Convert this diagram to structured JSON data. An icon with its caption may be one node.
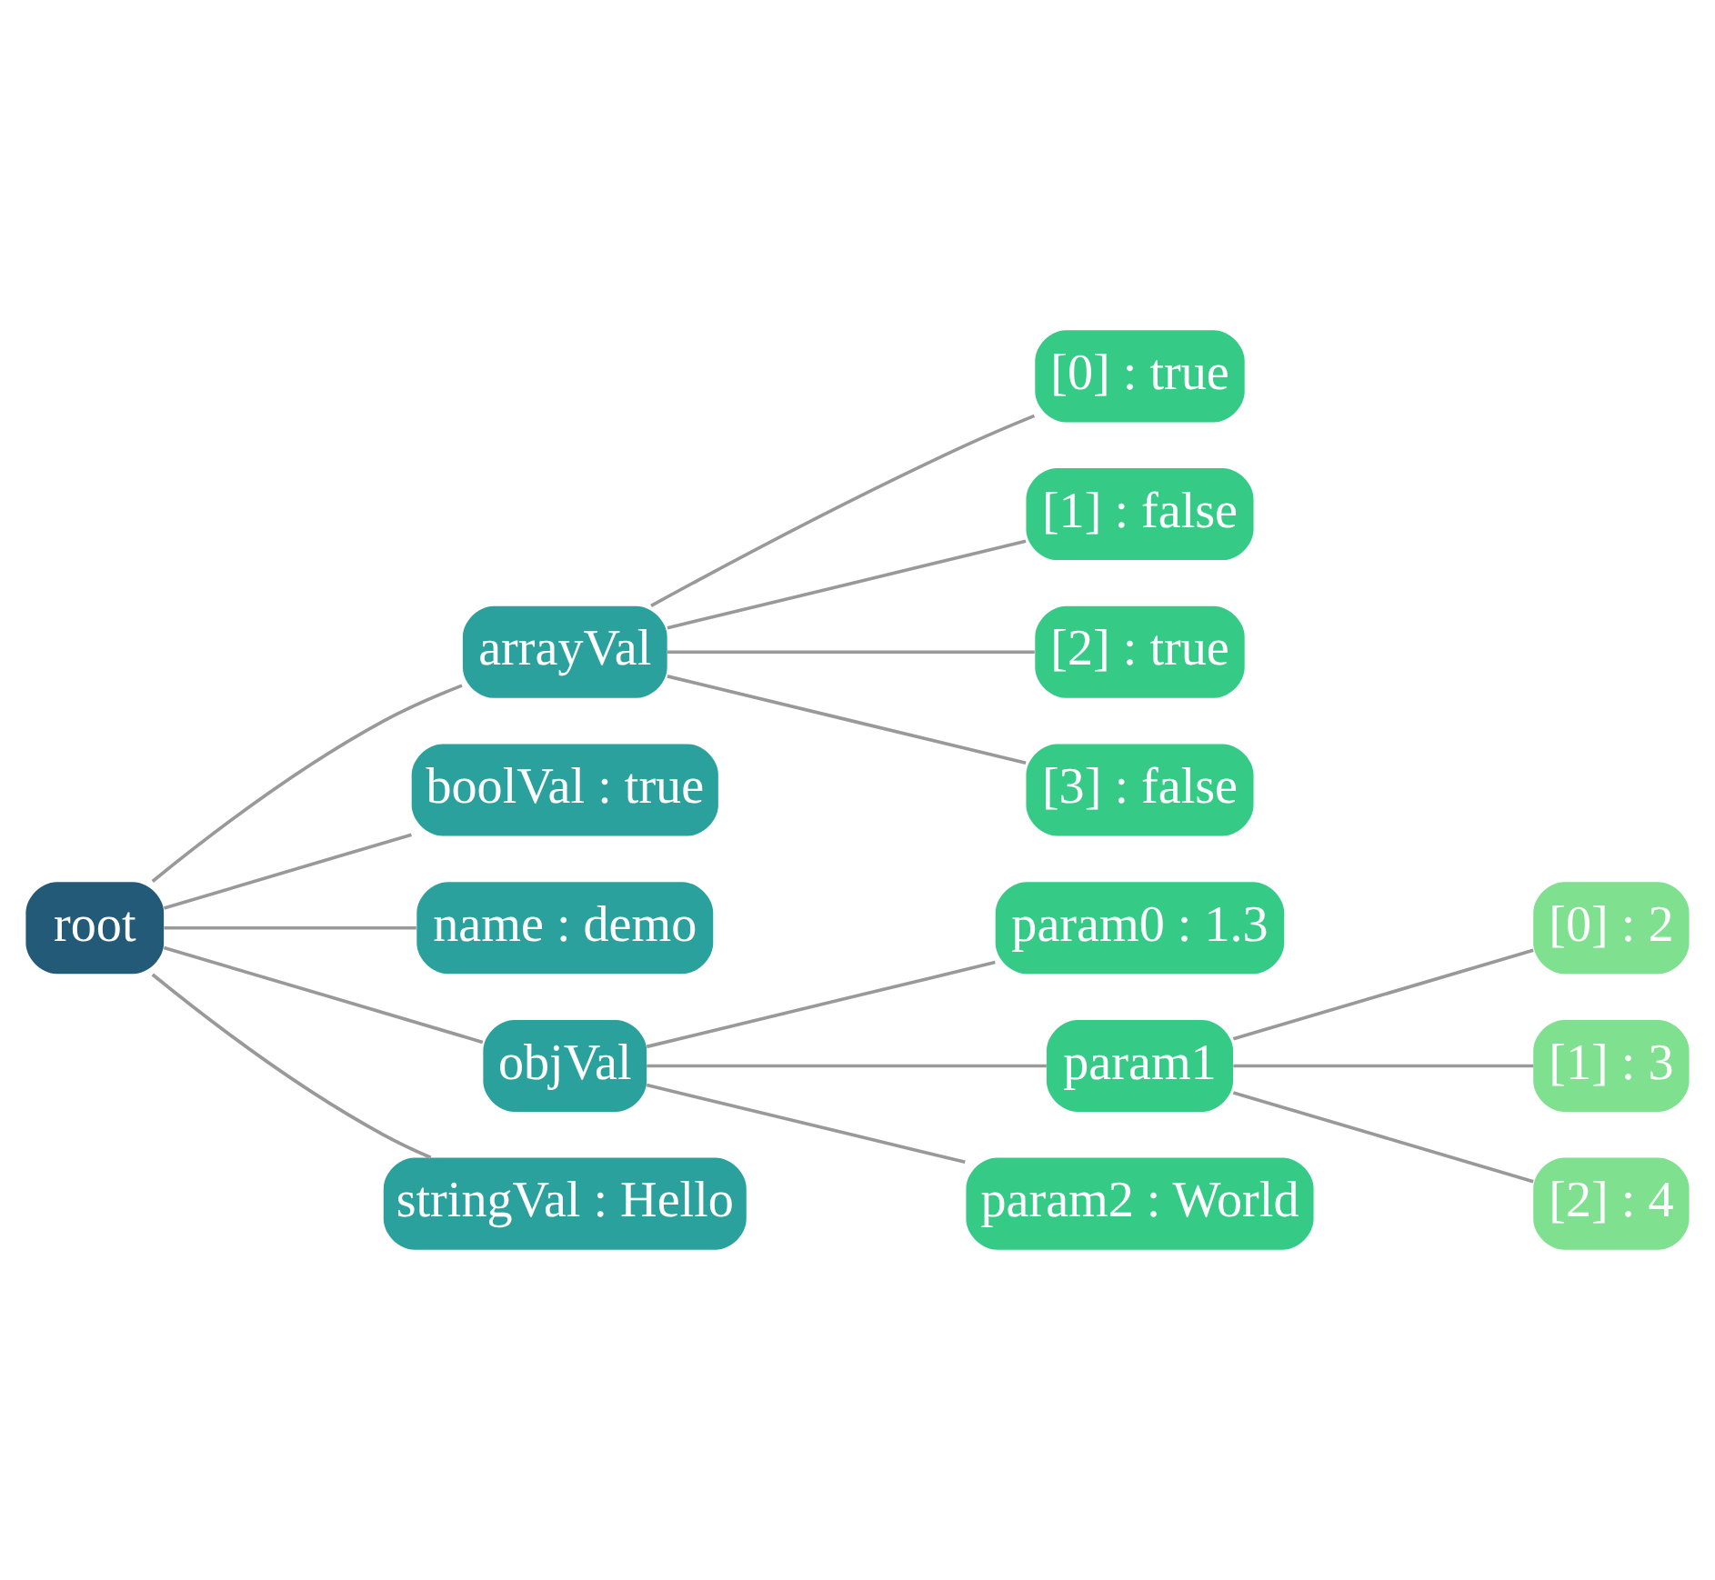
{
  "diagram": {
    "nodes": [
      {
        "text": [
          "root"
        ]
      },
      {
        "text": [
          "arrayVal"
        ]
      },
      {
        "text": [
          "[0] : true"
        ]
      },
      {
        "text": [
          "[1] : false"
        ]
      },
      {
        "text": [
          "[2] : true"
        ]
      },
      {
        "text": [
          "[3] : false"
        ]
      },
      {
        "text": [
          "boolVal : true"
        ]
      },
      {
        "text": [
          "name : demo"
        ]
      },
      {
        "text": [
          "objVal"
        ]
      },
      {
        "text": [
          "param0 : 1.3"
        ]
      },
      {
        "text": [
          "param1"
        ]
      },
      {
        "text": [
          "[0] : 2"
        ]
      },
      {
        "text": [
          "[1] : 3"
        ]
      },
      {
        "text": [
          "[2] : 4"
        ]
      },
      {
        "text": [
          "param2 : World"
        ]
      },
      {
        "text": [
          "stringVal : Hello"
        ]
      }
    ],
    "edges": [
      {
        "from": 0,
        "to": 1,
        "arrow": "none"
      },
      {
        "from": 1,
        "to": 2,
        "arrow": "none"
      },
      {
        "from": 1,
        "to": 3,
        "arrow": "none"
      },
      {
        "from": 1,
        "to": 4,
        "arrow": "none"
      },
      {
        "from": 1,
        "to": 5,
        "arrow": "none"
      },
      {
        "from": 0,
        "to": 6,
        "arrow": "none"
      },
      {
        "from": 0,
        "to": 7,
        "arrow": "none"
      },
      {
        "from": 0,
        "to": 8,
        "arrow": "none"
      },
      {
        "from": 8,
        "to": 9,
        "arrow": "none"
      },
      {
        "from": 8,
        "to": 10,
        "arrow": "none"
      },
      {
        "from": 10,
        "to": 11,
        "arrow": "none"
      },
      {
        "from": 10,
        "to": 12,
        "arrow": "none"
      },
      {
        "from": 10,
        "to": 13,
        "arrow": "none"
      },
      {
        "from": 8,
        "to": 14,
        "arrow": "none"
      },
      {
        "from": 0,
        "to": 15,
        "arrow": "none"
      }
    ]
  }
}
